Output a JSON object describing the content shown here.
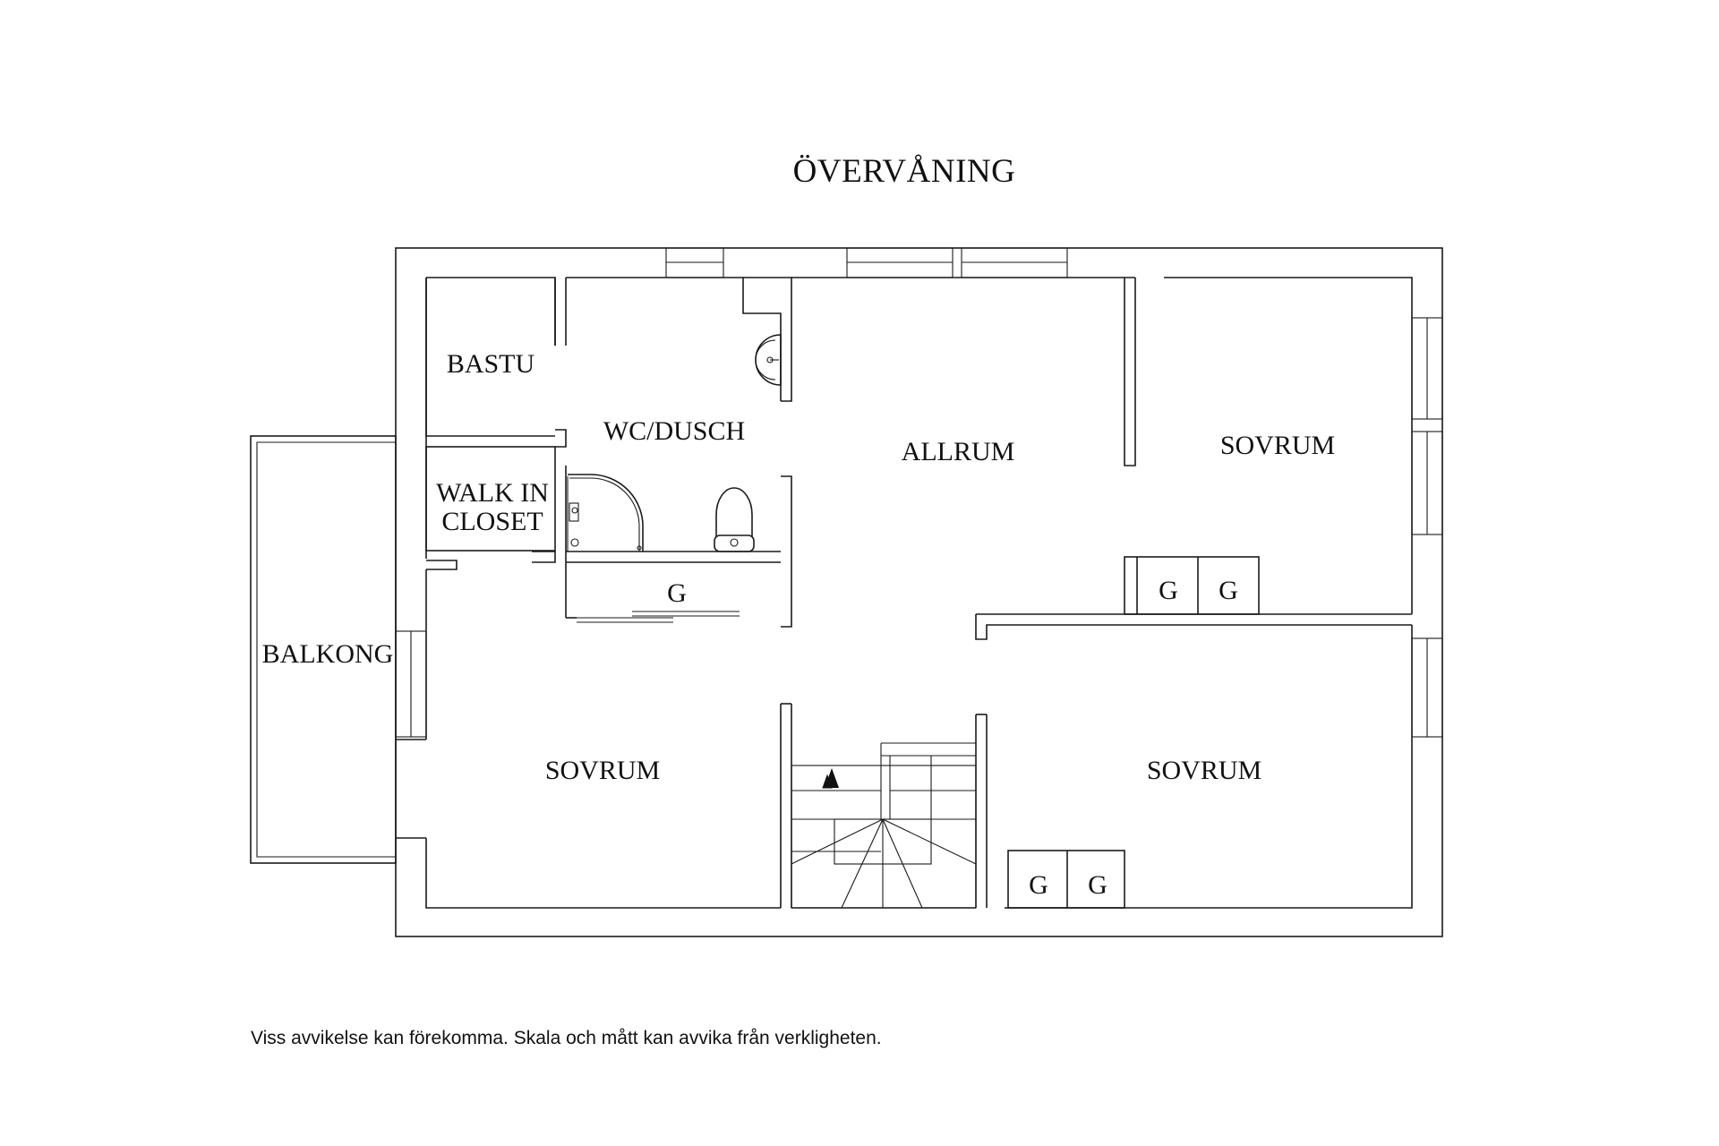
{
  "title": "ÖVERVÅNING",
  "rooms": {
    "bastu": "BASTU",
    "wc_dusch": "WC/DUSCH",
    "allrum": "ALLRUM",
    "sovrum_top_right": "SOVRUM",
    "walk_in_closet_line1": "WALK IN",
    "walk_in_closet_line2": "CLOSET",
    "balkong": "BALKONG",
    "sovrum_bottom_left": "SOVRUM",
    "sovrum_bottom_right": "SOVRUM"
  },
  "closets": {
    "hall_closet": "G",
    "top_right_closet_1": "G",
    "top_right_closet_2": "G",
    "bottom_right_closet_1": "G",
    "bottom_right_closet_2": "G"
  },
  "disclaimer": "Viss avvikelse kan förekomma. Skala och mått kan avvika från verkligheten."
}
